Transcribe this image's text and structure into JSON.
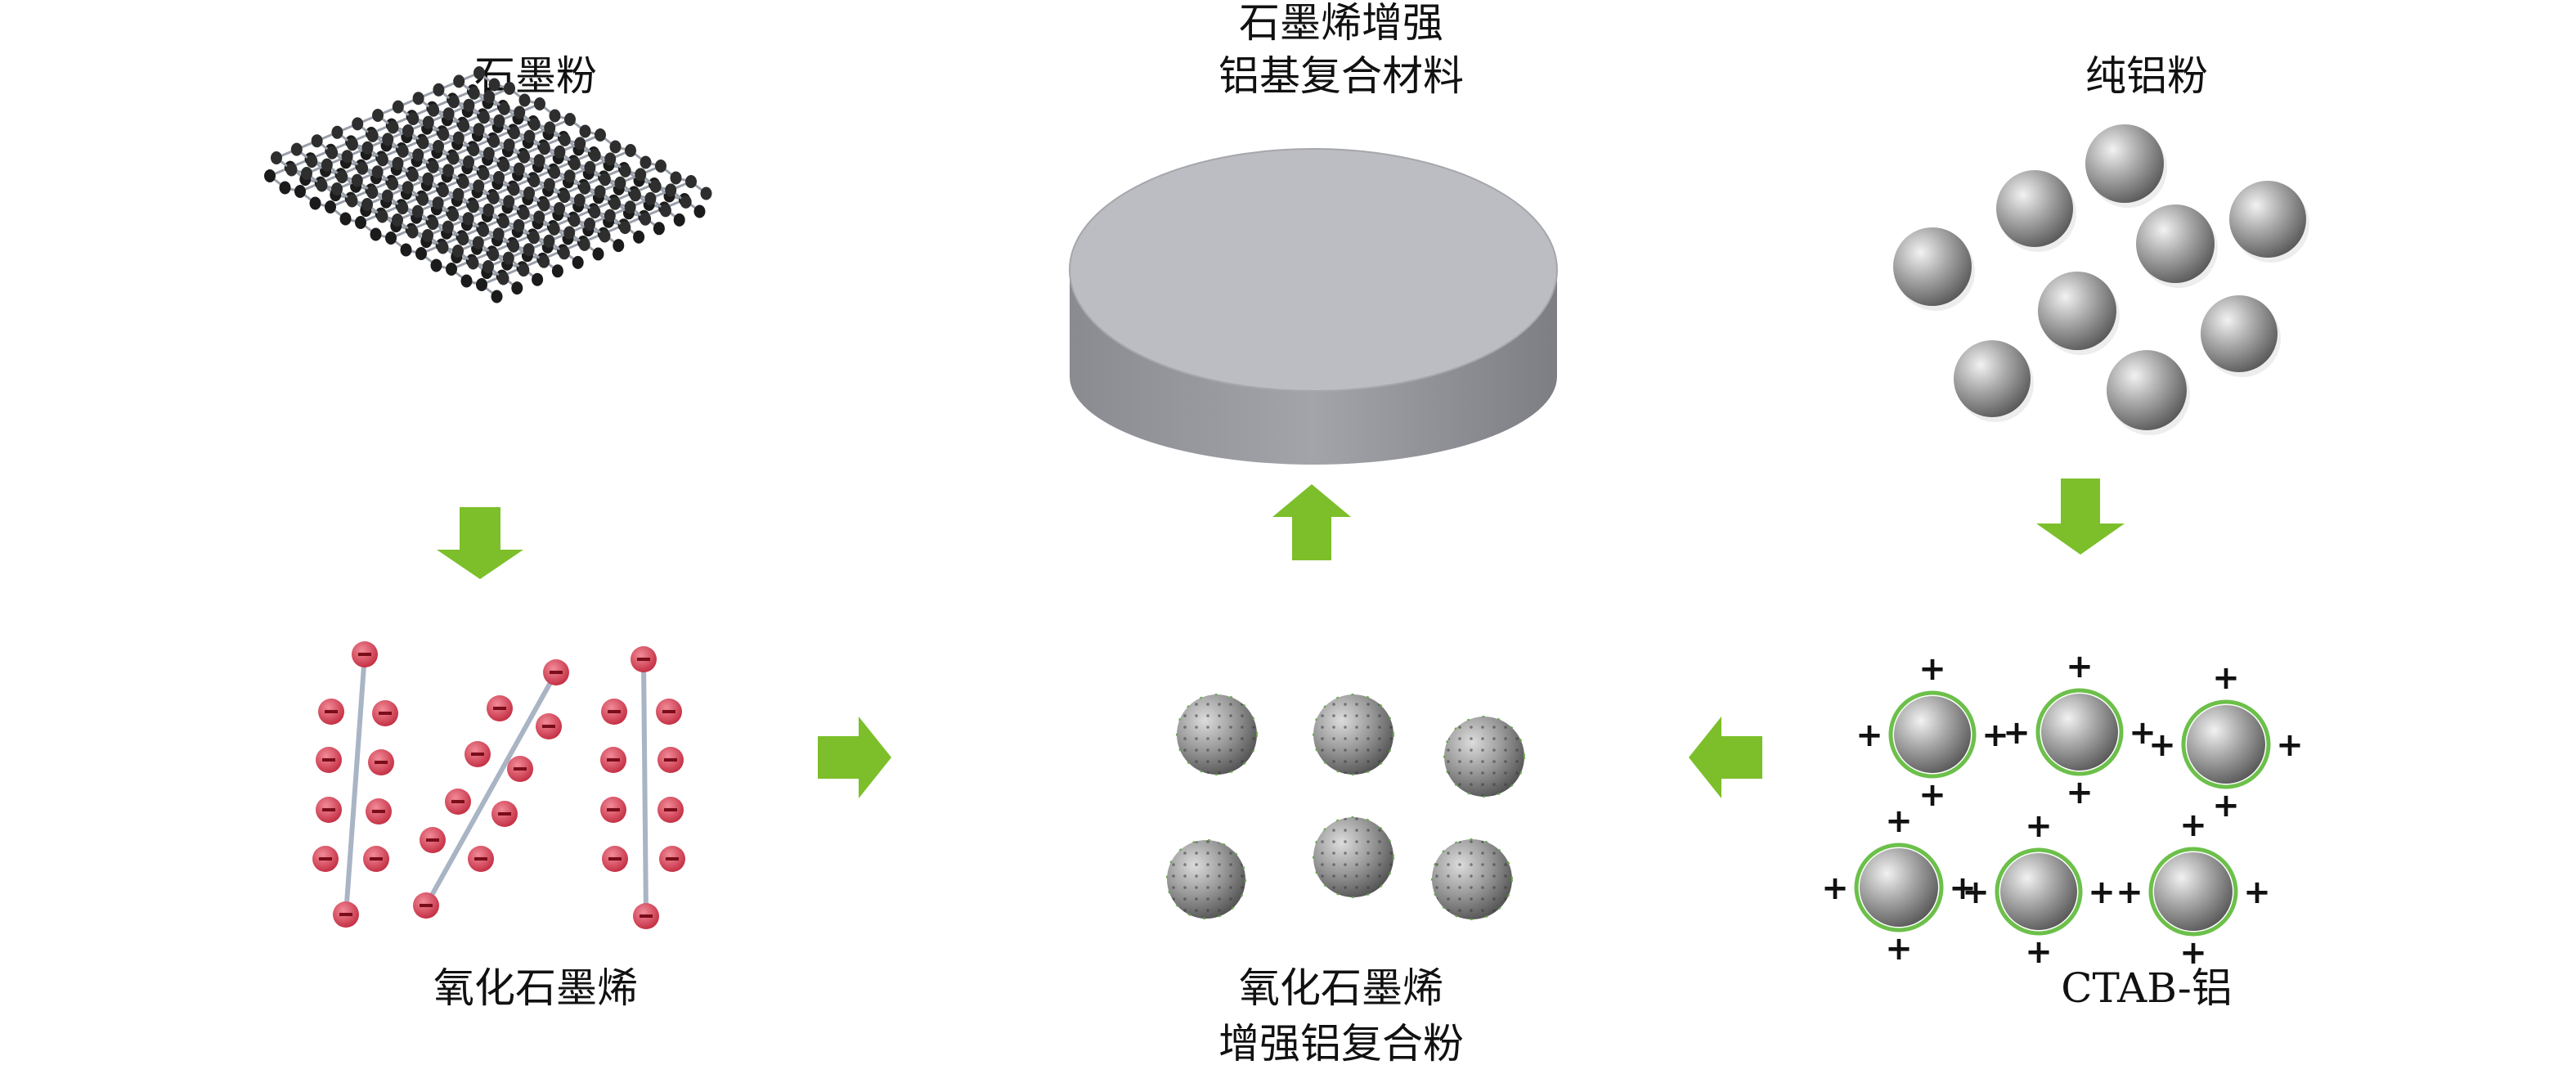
{
  "labels": {
    "graphite_powder": "石墨粉",
    "composite_line1": "石墨烯增强",
    "composite_line2": "铝基复合材料",
    "pure_al": "纯铝粉",
    "graphene_oxide": "氧化石墨烯",
    "go_al_line1": "氧化石墨烯",
    "go_al_line2": "增强铝复合粉",
    "ctab_al": "CTAB-铝"
  },
  "symbols": {
    "positive": "+",
    "negative": "−"
  },
  "colors": {
    "arrow": "#7cbf2a",
    "sphere_light": "#e8e8e8",
    "sphere_dark": "#5e5e5e",
    "disk_top": "#b9babf",
    "disk_side": "#8f9096",
    "go_dot": "#d94a5c",
    "go_line": "#a9b4c4",
    "graphite_atom": "#222222",
    "ctab_ring": "#6cc04a"
  },
  "icons": {
    "arrows": [
      "arrow-down-icon",
      "arrow-up-icon",
      "arrow-right-icon",
      "arrow-left-icon"
    ]
  }
}
